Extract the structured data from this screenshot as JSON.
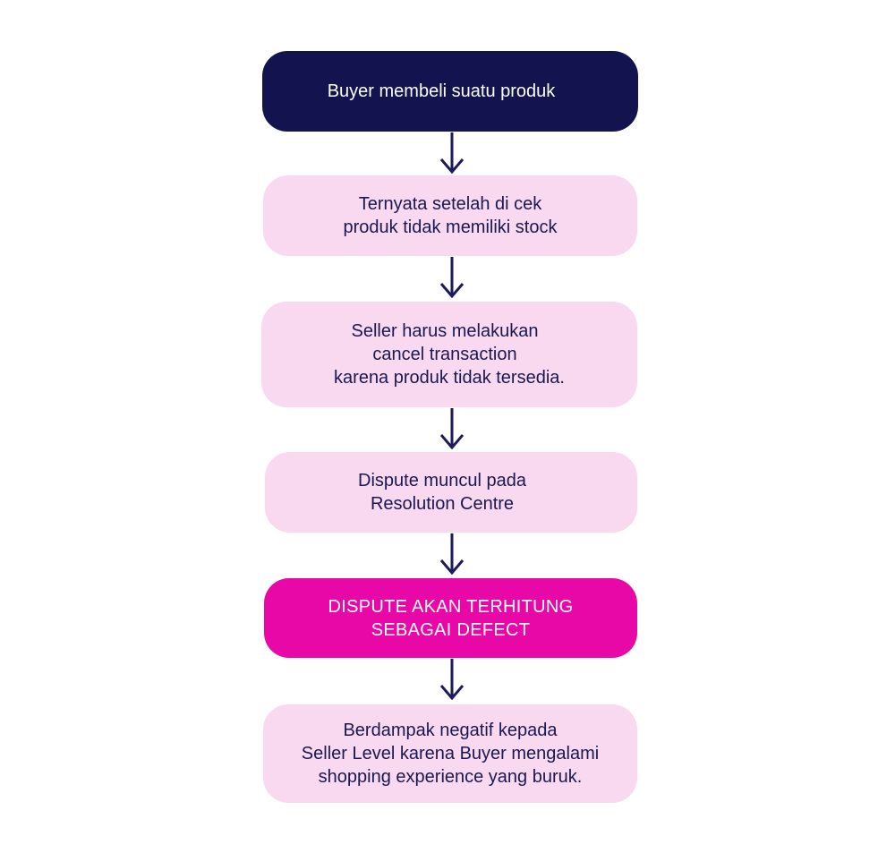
{
  "colors": {
    "dark_box": "#13134f",
    "light_box": "#f8d9ef",
    "accent_box": "#e807a7",
    "arrow": "#1c1a5a"
  },
  "steps": [
    {
      "lines": [
        "Buyer membeli suatu produk"
      ]
    },
    {
      "lines": [
        "Ternyata setelah di cek",
        "produk tidak memiliki stock"
      ]
    },
    {
      "lines": [
        "Seller harus melakukan",
        "cancel transaction",
        "karena produk tidak tersedia."
      ]
    },
    {
      "lines": [
        "Dispute muncul pada",
        "Resolution Centre"
      ]
    },
    {
      "lines": [
        "DISPUTE AKAN TERHITUNG",
        "SEBAGAI DEFECT"
      ]
    },
    {
      "lines": [
        "Berdampak negatif kepada",
        "Seller Level karena Buyer mengalami",
        "shopping experience yang buruk."
      ]
    }
  ]
}
